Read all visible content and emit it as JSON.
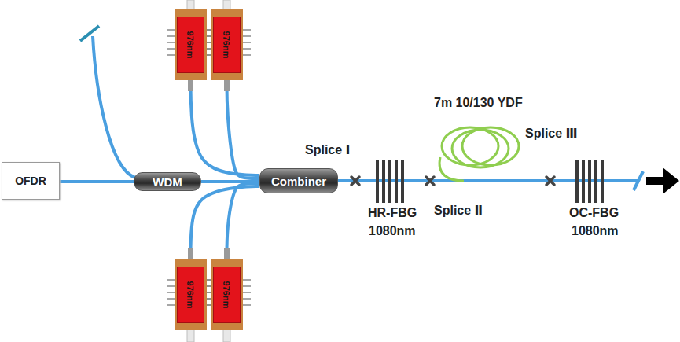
{
  "diagram": {
    "nodes": [
      {
        "text": [
          "976nm"
        ]
      },
      {
        "text": [
          "976nm"
        ]
      },
      {
        "text": [
          "OFDR"
        ]
      },
      {
        "text": [
          "WDM"
        ]
      },
      {
        "text": [
          "Combiner"
        ]
      },
      {
        "text": [
          "976nm"
        ]
      },
      {
        "text": [
          "976nm"
        ]
      }
    ],
    "edges": [
      {
        "from": 2,
        "to": 3,
        "arrow": "none"
      },
      {
        "from": 3,
        "to": 4,
        "arrow": "none"
      },
      {
        "from": 0,
        "to": 4,
        "arrow": "none"
      },
      {
        "from": 1,
        "to": 4,
        "arrow": "none"
      },
      {
        "from": 5,
        "to": 4,
        "arrow": "none"
      },
      {
        "from": 6,
        "to": 4,
        "arrow": "none"
      }
    ],
    "labels": [
      "Splice Ⅰ",
      "HR-FBG",
      "1080nm",
      "Splice Ⅱ",
      "7m 10/130 YDF",
      "Splice Ⅲ",
      "OC-FBG",
      "1080nm"
    ]
  }
}
